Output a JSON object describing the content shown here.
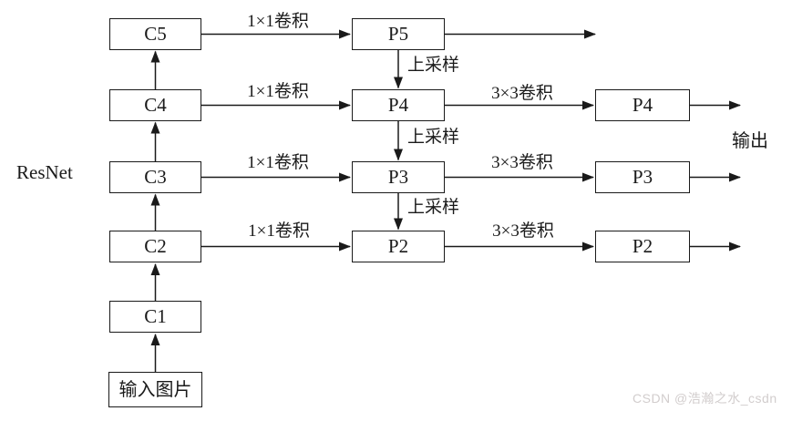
{
  "figure": {
    "backbone_label": "ResNet",
    "output_label": "输出",
    "input_node": "输入图片",
    "backbone_nodes": [
      "C5",
      "C4",
      "C3",
      "C2",
      "C1"
    ],
    "lateral_nodes": [
      "P5",
      "P4",
      "P3",
      "P2"
    ],
    "head_nodes": [
      "P4",
      "P3",
      "P2"
    ],
    "edge_labels": {
      "conv1x1": "1×1卷积",
      "upsample": "上采样",
      "conv3x3": "3×3卷积"
    },
    "colors": {
      "line": "#1a1a1a",
      "node_background": "#ffffff",
      "watermark": "#d2cdcd"
    },
    "watermark": "CSDN @浩瀚之水_csdn"
  }
}
